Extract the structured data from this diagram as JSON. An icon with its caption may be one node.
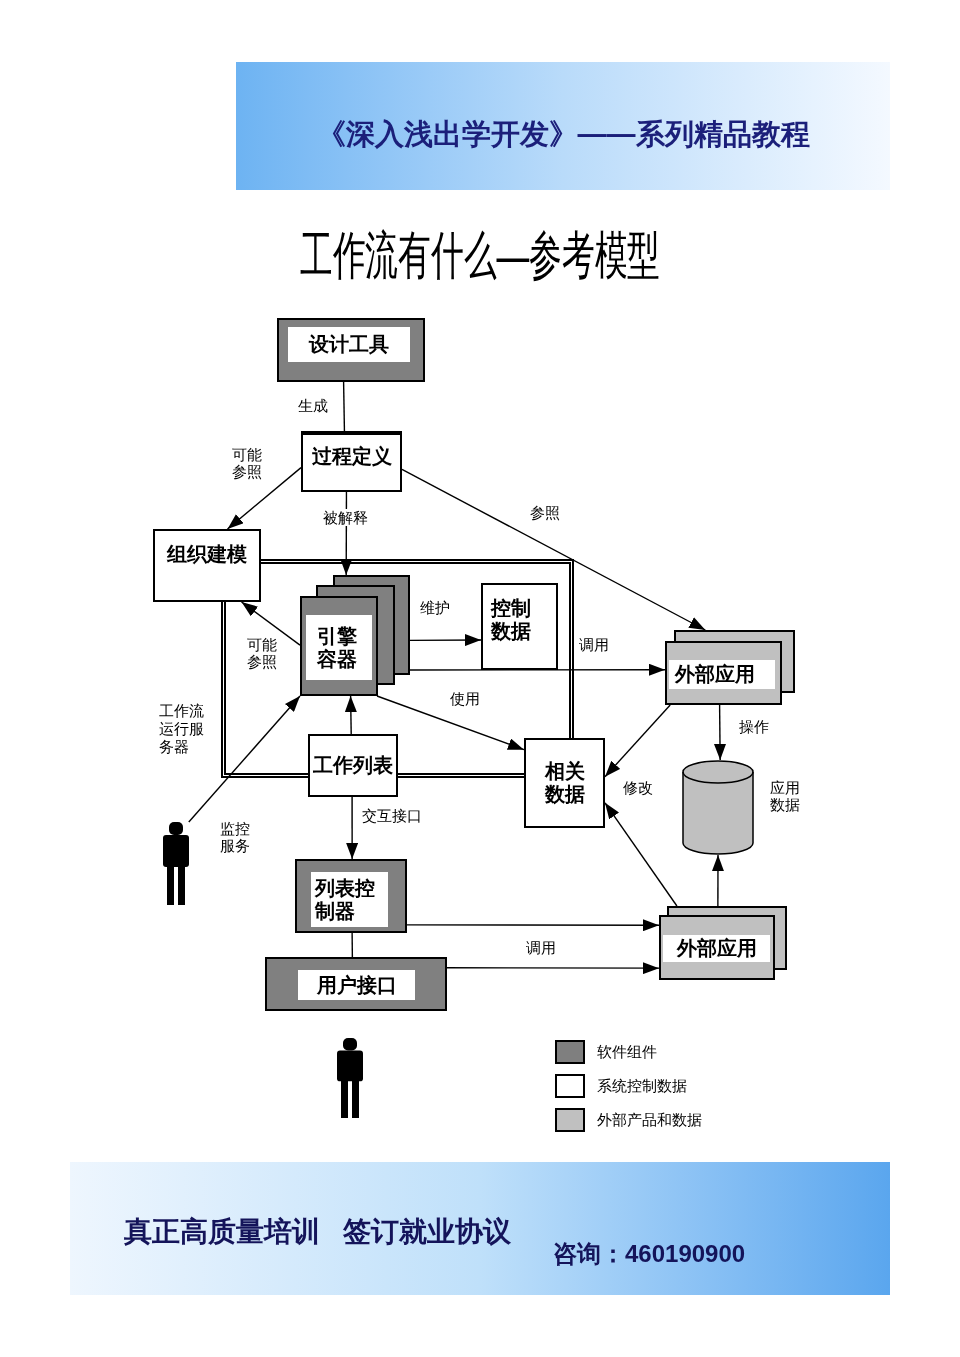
{
  "diagram": {
    "title": "工作流有什么—参考模型",
    "nodes": [
      {
        "text": [
          "设计工具"
        ]
      },
      {
        "text": [
          "过程定义"
        ]
      },
      {
        "text": [
          "组织建模"
        ]
      },
      {
        "text": [
          "工作流运行服务器"
        ]
      },
      {
        "text": [
          "引擎容器"
        ],
        "in": 3
      },
      {
        "text": [
          "控制数据"
        ],
        "in": 3
      },
      {
        "text": [
          "外部应用"
        ]
      },
      {
        "text": [
          "工作列表"
        ]
      },
      {
        "text": [
          "相关数据"
        ]
      },
      {
        "text": [],
        "shape": "cylinder",
        "beside": [
          "应用数据"
        ]
      },
      {
        "text": [],
        "shape": "person"
      },
      {
        "text": [
          "列表控制器"
        ]
      },
      {
        "text": [
          "外部应用"
        ]
      },
      {
        "text": [
          "用户接口"
        ]
      }
    ],
    "edges": [
      {
        "from": 0,
        "to": 1,
        "arrow": "none",
        "label": "生成"
      },
      {
        "from": 1,
        "to": 2,
        "arrow": "to",
        "label": "可能参照"
      },
      {
        "from": 1,
        "to": 4,
        "arrow": "to",
        "label": "被解释"
      },
      {
        "from": 1,
        "to": 6,
        "arrow": "to",
        "label": "参照"
      },
      {
        "from": 4,
        "to": 2,
        "arrow": "to",
        "label": "可能参照"
      },
      {
        "from": 4,
        "to": 5,
        "arrow": "to",
        "label": "维护"
      },
      {
        "from": 4,
        "to": 6,
        "arrow": "to",
        "label": "调用"
      },
      {
        "from": 4,
        "to": 8,
        "arrow": "to",
        "label": "使用"
      },
      {
        "from": 7,
        "to": 4,
        "arrow": "to"
      },
      {
        "from": 6,
        "to": 8,
        "arrow": "to",
        "label": "修改"
      },
      {
        "from": 6,
        "to": 9,
        "arrow": "to",
        "label": "操作"
      },
      {
        "from": 12,
        "to": 8,
        "arrow": "to"
      },
      {
        "from": 12,
        "to": 9,
        "arrow": "to"
      },
      {
        "from": 10,
        "to": 4,
        "arrow": "to",
        "label": "监控服务"
      },
      {
        "from": 7,
        "to": 11,
        "arrow": "to",
        "label": "交互接口"
      },
      {
        "from": 11,
        "to": 13,
        "arrow": "none"
      },
      {
        "from": 11,
        "to": 12,
        "arrow": "to",
        "label": "调用"
      },
      {
        "from": 13,
        "to": 12,
        "arrow": "to"
      }
    ],
    "labels": [
      "《深入浅出学开发》——系列精品教程",
      "真正高质量培训",
      "签订就业协议",
      "咨询：460190900"
    ],
    "legend": [
      {
        "text": "软件组件",
        "color": "#7f7f7f"
      },
      {
        "text": "系统控制数据",
        "color": "#ffffff"
      },
      {
        "text": "外部产品和数据",
        "color": "#c0c0c0"
      }
    ]
  }
}
